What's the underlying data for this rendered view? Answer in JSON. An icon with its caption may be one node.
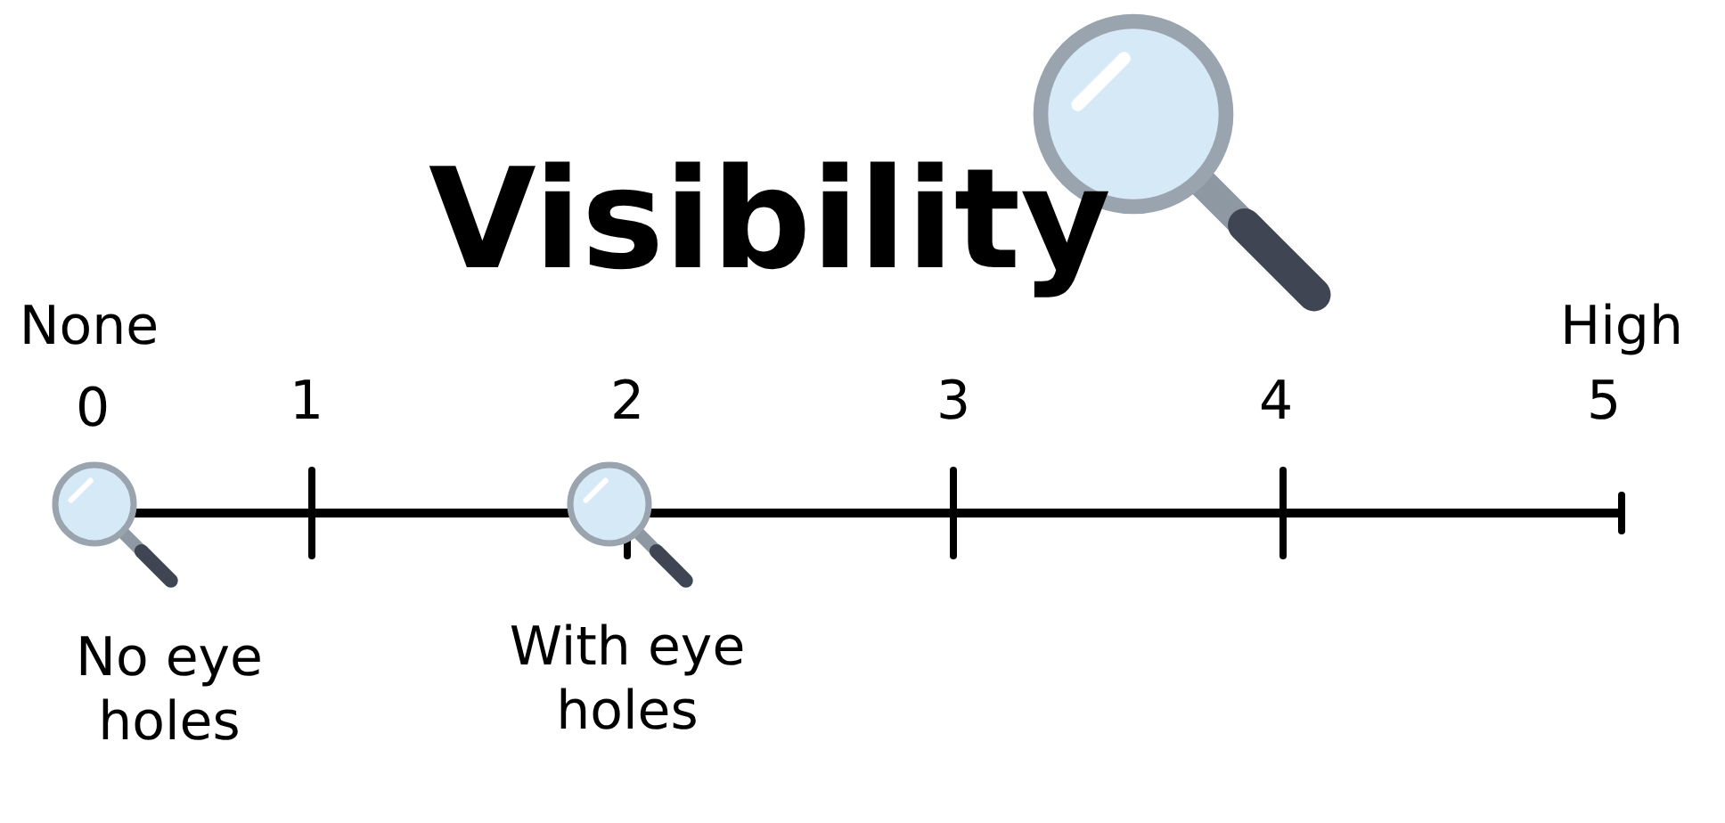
{
  "diagram": {
    "title": "Visibility",
    "labels": [
      "None",
      "High",
      "0",
      "1",
      "2",
      "3",
      "4",
      "5",
      "No eye holes",
      "With eye holes"
    ]
  }
}
